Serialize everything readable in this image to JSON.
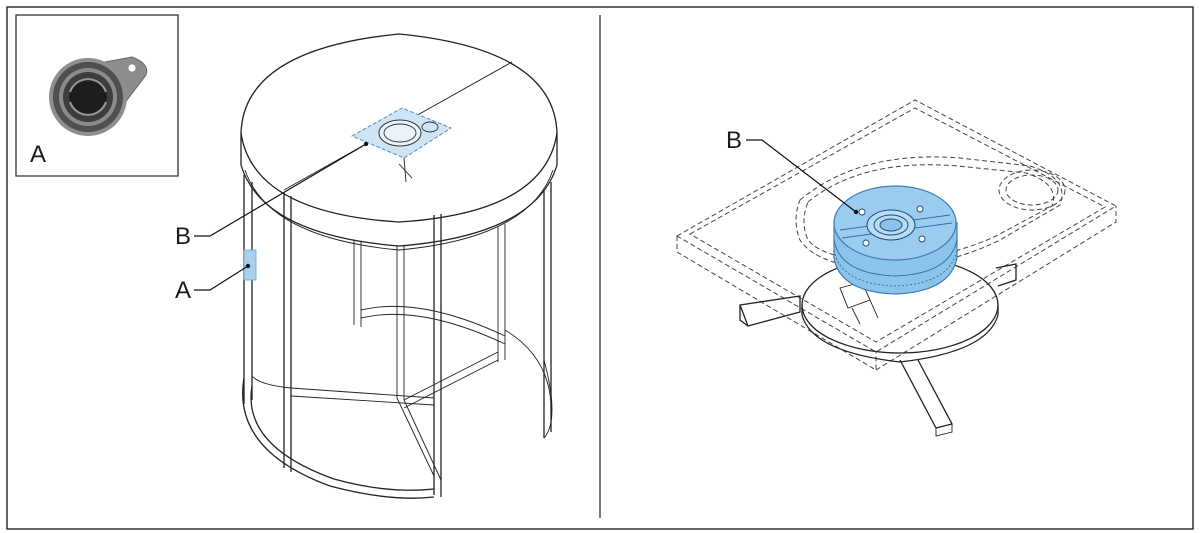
{
  "figure": {
    "inset_label": "A",
    "left_view": {
      "callouts": [
        {
          "id": "B",
          "text": "B"
        },
        {
          "id": "A",
          "text": "A"
        }
      ]
    },
    "right_view": {
      "callouts": [
        {
          "id": "B",
          "text": "B"
        }
      ]
    },
    "colors": {
      "highlight_fill": "#8cc3ea",
      "highlight_stroke": "#4a8fc4",
      "line": "#222222",
      "frame": "#333333"
    }
  }
}
